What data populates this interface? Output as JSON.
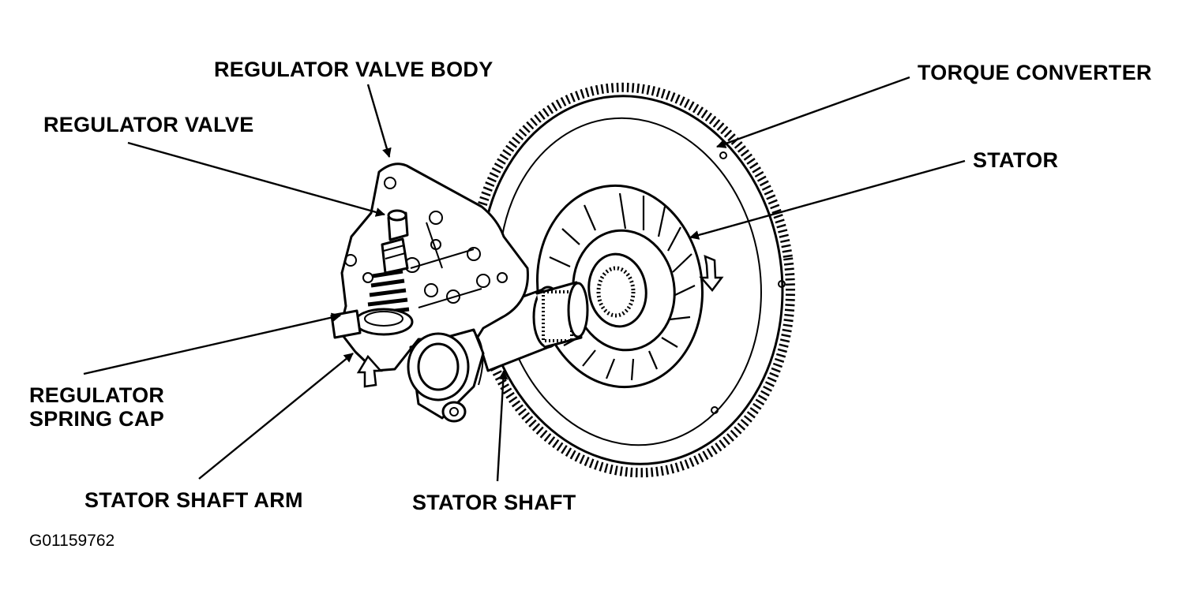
{
  "labels": {
    "regulator_valve_body": "REGULATOR VALVE BODY",
    "regulator_valve": "REGULATOR VALVE",
    "torque_converter": "TORQUE CONVERTER",
    "stator": "STATOR",
    "regulator_spring_cap_line1": "REGULATOR",
    "regulator_spring_cap_line2": "SPRING CAP",
    "stator_shaft_arm": "STATOR SHAFT ARM",
    "stator_shaft": "STATOR SHAFT"
  },
  "figure_code": "G01159762",
  "colors": {
    "ink": "#000000",
    "background": "#ffffff"
  }
}
